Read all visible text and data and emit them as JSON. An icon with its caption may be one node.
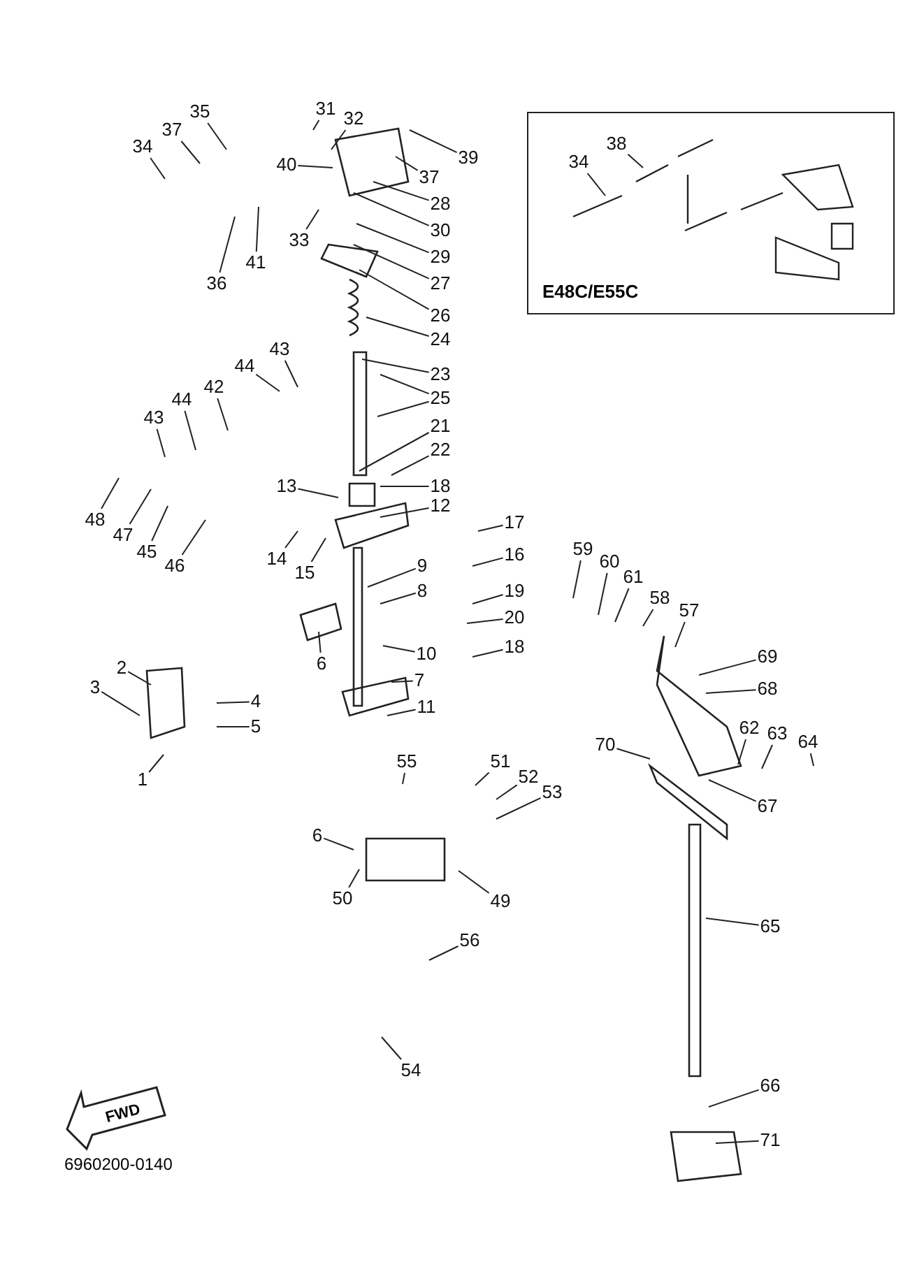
{
  "diagram": {
    "nodes": [
      {
        "text": [
          "E48C/E55C"
        ]
      },
      {
        "text": [
          "34"
        ],
        "in": 0
      },
      {
        "text": [
          "38"
        ],
        "in": 0
      },
      {
        "text": [
          "35"
        ]
      },
      {
        "text": [
          "31"
        ]
      },
      {
        "text": [
          "32"
        ]
      },
      {
        "text": [
          "37"
        ]
      },
      {
        "text": [
          "34"
        ]
      },
      {
        "text": [
          "39"
        ]
      },
      {
        "text": [
          "40"
        ]
      },
      {
        "text": [
          "37"
        ]
      },
      {
        "text": [
          "28"
        ]
      },
      {
        "text": [
          "30"
        ]
      },
      {
        "text": [
          "33"
        ]
      },
      {
        "text": [
          "41"
        ]
      },
      {
        "text": [
          "29"
        ]
      },
      {
        "text": [
          "36"
        ]
      },
      {
        "text": [
          "27"
        ]
      },
      {
        "text": [
          "26"
        ]
      },
      {
        "text": [
          "24"
        ]
      },
      {
        "text": [
          "43"
        ]
      },
      {
        "text": [
          "44"
        ]
      },
      {
        "text": [
          "23"
        ]
      },
      {
        "text": [
          "42"
        ]
      },
      {
        "text": [
          "25"
        ]
      },
      {
        "text": [
          "44"
        ]
      },
      {
        "text": [
          "43"
        ]
      },
      {
        "text": [
          "21"
        ]
      },
      {
        "text": [
          "22"
        ]
      },
      {
        "text": [
          "13"
        ]
      },
      {
        "text": [
          "18"
        ]
      },
      {
        "text": [
          "12"
        ]
      },
      {
        "text": [
          "48"
        ]
      },
      {
        "text": [
          "17"
        ]
      },
      {
        "text": [
          "47"
        ]
      },
      {
        "text": [
          "45"
        ]
      },
      {
        "text": [
          "59"
        ]
      },
      {
        "text": [
          "16"
        ]
      },
      {
        "text": [
          "14"
        ]
      },
      {
        "text": [
          "60"
        ]
      },
      {
        "text": [
          "46"
        ]
      },
      {
        "text": [
          "9"
        ]
      },
      {
        "text": [
          "15"
        ]
      },
      {
        "text": [
          "61"
        ]
      },
      {
        "text": [
          "8"
        ]
      },
      {
        "text": [
          "19"
        ]
      },
      {
        "text": [
          "58"
        ]
      },
      {
        "text": [
          "57"
        ]
      },
      {
        "text": [
          "20"
        ]
      },
      {
        "text": [
          "18"
        ]
      },
      {
        "text": [
          "10"
        ]
      },
      {
        "text": [
          "69"
        ]
      },
      {
        "text": [
          "6"
        ]
      },
      {
        "text": [
          "2"
        ]
      },
      {
        "text": [
          "7"
        ]
      },
      {
        "text": [
          "3"
        ]
      },
      {
        "text": [
          "68"
        ]
      },
      {
        "text": [
          "4"
        ]
      },
      {
        "text": [
          "11"
        ]
      },
      {
        "text": [
          "5"
        ]
      },
      {
        "text": [
          "62"
        ]
      },
      {
        "text": [
          "63"
        ]
      },
      {
        "text": [
          "64"
        ]
      },
      {
        "text": [
          "70"
        ]
      },
      {
        "text": [
          "51"
        ]
      },
      {
        "text": [
          "55"
        ]
      },
      {
        "text": [
          "52"
        ]
      },
      {
        "text": [
          "1"
        ]
      },
      {
        "text": [
          "53"
        ]
      },
      {
        "text": [
          "67"
        ]
      },
      {
        "text": [
          "6"
        ]
      },
      {
        "text": [
          "50"
        ]
      },
      {
        "text": [
          "49"
        ]
      },
      {
        "text": [
          "65"
        ]
      },
      {
        "text": [
          "56"
        ]
      },
      {
        "text": [
          "54"
        ]
      },
      {
        "text": [
          "66"
        ]
      },
      {
        "text": [
          "71"
        ]
      }
    ],
    "edges": [
      {
        "from": 1,
        "to": null,
        "arrow": "none"
      },
      {
        "from": 2,
        "to": null,
        "arrow": "none"
      },
      {
        "from": 3,
        "to": null,
        "arrow": "none"
      },
      {
        "from": 4,
        "to": null,
        "arrow": "none"
      },
      {
        "from": 5,
        "to": null,
        "arrow": "none"
      },
      {
        "from": 6,
        "to": null,
        "arrow": "none"
      },
      {
        "from": 7,
        "to": null,
        "arrow": "none"
      },
      {
        "from": 8,
        "to": null,
        "arrow": "none"
      },
      {
        "from": 9,
        "to": null,
        "arrow": "none"
      },
      {
        "from": 10,
        "to": null,
        "arrow": "none"
      },
      {
        "from": 11,
        "to": null,
        "arrow": "none"
      },
      {
        "from": 12,
        "to": null,
        "arrow": "none"
      },
      {
        "from": 13,
        "to": null,
        "arrow": "none"
      },
      {
        "from": 14,
        "to": null,
        "arrow": "none"
      },
      {
        "from": 15,
        "to": null,
        "arrow": "none"
      },
      {
        "from": 16,
        "to": null,
        "arrow": "none"
      },
      {
        "from": 17,
        "to": null,
        "arrow": "none"
      },
      {
        "from": 18,
        "to": null,
        "arrow": "none"
      },
      {
        "from": 19,
        "to": null,
        "arrow": "none"
      },
      {
        "from": 20,
        "to": null,
        "arrow": "none"
      },
      {
        "from": 21,
        "to": null,
        "arrow": "none"
      },
      {
        "from": 22,
        "to": null,
        "arrow": "none"
      },
      {
        "from": 23,
        "to": null,
        "arrow": "none"
      },
      {
        "from": 24,
        "to": null,
        "arrow": "none"
      },
      {
        "from": 24,
        "to": null,
        "arrow": "none"
      },
      {
        "from": 25,
        "to": null,
        "arrow": "none"
      },
      {
        "from": 26,
        "to": null,
        "arrow": "none"
      },
      {
        "from": 27,
        "to": null,
        "arrow": "none"
      },
      {
        "from": 28,
        "to": null,
        "arrow": "none"
      },
      {
        "from": 29,
        "to": null,
        "arrow": "none"
      },
      {
        "from": 30,
        "to": null,
        "arrow": "none"
      },
      {
        "from": 31,
        "to": null,
        "arrow": "none"
      },
      {
        "from": 32,
        "to": null,
        "arrow": "none"
      },
      {
        "from": 33,
        "to": null,
        "arrow": "none"
      },
      {
        "from": 34,
        "to": null,
        "arrow": "none"
      },
      {
        "from": 35,
        "to": null,
        "arrow": "none"
      },
      {
        "from": 36,
        "to": null,
        "arrow": "none"
      },
      {
        "from": 37,
        "to": null,
        "arrow": "none"
      },
      {
        "from": 38,
        "to": null,
        "arrow": "none"
      },
      {
        "from": 39,
        "to": null,
        "arrow": "none"
      },
      {
        "from": 40,
        "to": null,
        "arrow": "none"
      },
      {
        "from": 41,
        "to": null,
        "arrow": "none"
      },
      {
        "from": 42,
        "to": null,
        "arrow": "none"
      },
      {
        "from": 43,
        "to": null,
        "arrow": "none"
      },
      {
        "from": 44,
        "to": null,
        "arrow": "none"
      },
      {
        "from": 45,
        "to": null,
        "arrow": "none"
      },
      {
        "from": 46,
        "to": null,
        "arrow": "none"
      },
      {
        "from": 47,
        "to": null,
        "arrow": "none"
      },
      {
        "from": 48,
        "to": null,
        "arrow": "none"
      },
      {
        "from": 49,
        "to": null,
        "arrow": "none"
      },
      {
        "from": 50,
        "to": null,
        "arrow": "none"
      },
      {
        "from": 51,
        "to": null,
        "arrow": "none"
      },
      {
        "from": 52,
        "to": null,
        "arrow": "none"
      },
      {
        "from": 53,
        "to": null,
        "arrow": "none"
      },
      {
        "from": 54,
        "to": null,
        "arrow": "none"
      },
      {
        "from": 55,
        "to": null,
        "arrow": "none"
      },
      {
        "from": 56,
        "to": null,
        "arrow": "none"
      },
      {
        "from": 57,
        "to": null,
        "arrow": "none"
      },
      {
        "from": 58,
        "to": null,
        "arrow": "none"
      },
      {
        "from": 59,
        "to": null,
        "arrow": "none"
      },
      {
        "from": 60,
        "to": null,
        "arrow": "none"
      },
      {
        "from": 61,
        "to": null,
        "arrow": "none"
      },
      {
        "from": 62,
        "to": null,
        "arrow": "none"
      },
      {
        "from": 63,
        "to": null,
        "arrow": "none"
      },
      {
        "from": 64,
        "to": null,
        "arrow": "none"
      },
      {
        "from": 65,
        "to": null,
        "arrow": "none"
      },
      {
        "from": 66,
        "to": null,
        "arrow": "none"
      },
      {
        "from": 67,
        "to": null,
        "arrow": "none"
      },
      {
        "from": 68,
        "to": null,
        "arrow": "none"
      },
      {
        "from": 69,
        "to": null,
        "arrow": "none"
      },
      {
        "from": 70,
        "to": null,
        "arrow": "none"
      },
      {
        "from": 71,
        "to": null,
        "arrow": "none"
      },
      {
        "from": 72,
        "to": null,
        "arrow": "none"
      },
      {
        "from": 73,
        "to": null,
        "arrow": "none"
      },
      {
        "from": 74,
        "to": null,
        "arrow": "none"
      },
      {
        "from": 75,
        "to": null,
        "arrow": "none"
      },
      {
        "from": 76,
        "to": null,
        "arrow": "none"
      },
      {
        "from": 77,
        "to": null,
        "arrow": "none"
      }
    ],
    "labels": [
      "FWD",
      "6960200-0140"
    ]
  }
}
